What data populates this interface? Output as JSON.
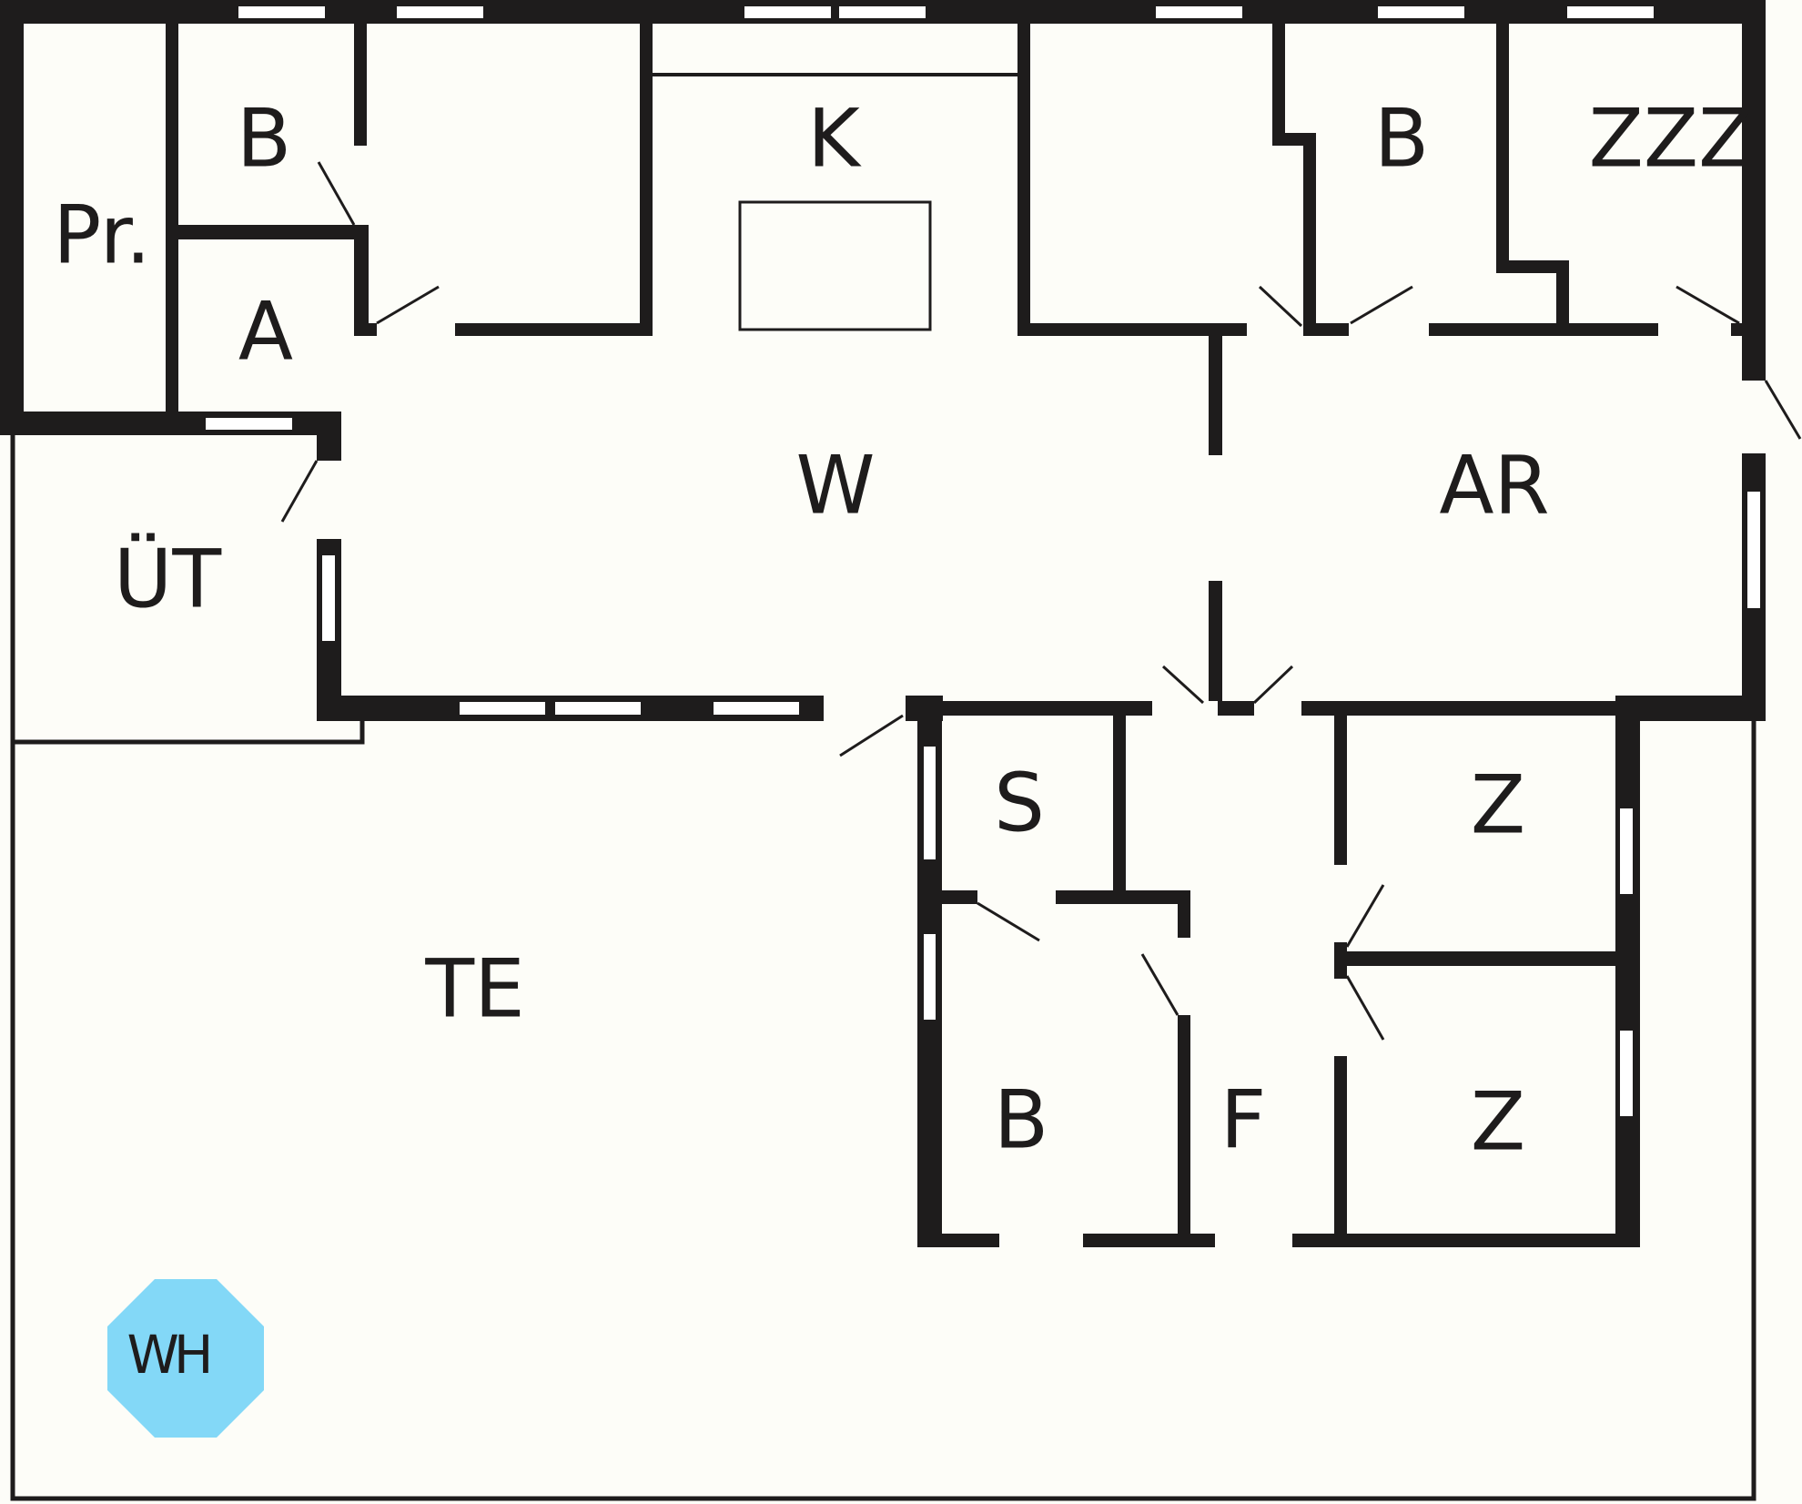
{
  "colors": {
    "background": "#fdfdf8",
    "wall": "#1e1c1c",
    "window": "#ffffff",
    "whirlpool": "#83d8f7"
  },
  "rooms": {
    "pr": "Pr.",
    "b1": "B",
    "a": "A",
    "k": "K",
    "b2": "B",
    "zzz": "ZZZ",
    "w": "W",
    "ar": "AR",
    "ut": "ÜT",
    "te": "TE",
    "s": "S",
    "b3": "B",
    "f": "F",
    "z1": "Z",
    "z2": "Z"
  },
  "whirlpool": {
    "label": "WH",
    "icon": "whirlpool-icon"
  }
}
